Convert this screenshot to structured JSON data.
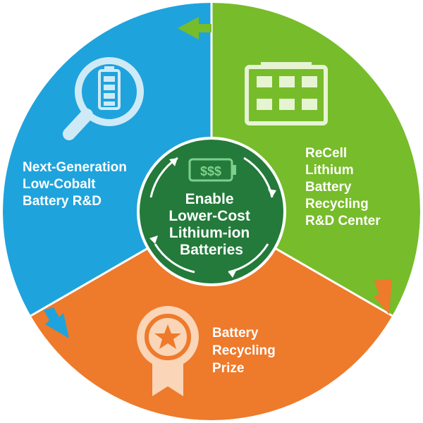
{
  "colors": {
    "blue": "#1fa3dc",
    "green": "#77bc2a",
    "orange": "#ee7a2b",
    "center": "#237a3a",
    "center_border": "#ffffff",
    "icon_light_blue": "#cfeaf7",
    "icon_light_green": "#e6f4d3",
    "icon_light_orange": "#fad5b7"
  },
  "segments": {
    "blue": {
      "icon": "magnifier-battery-icon",
      "label_lines": [
        "Next-Generation",
        "Low-Cobalt",
        "Battery R&D"
      ]
    },
    "green": {
      "icon": "building-icon",
      "label_lines": [
        "ReCell",
        "Lithium",
        "Battery",
        "Recycling",
        "R&D Center"
      ]
    },
    "orange": {
      "icon": "award-ribbon-icon",
      "label_lines": [
        "Battery",
        "Recycling",
        "Prize"
      ]
    }
  },
  "center": {
    "icon": "dollar-battery-icon",
    "icon_text": "$$$",
    "label_lines": [
      "Enable",
      "Lower-Cost",
      "Lithium-ion",
      "Batteries"
    ]
  }
}
